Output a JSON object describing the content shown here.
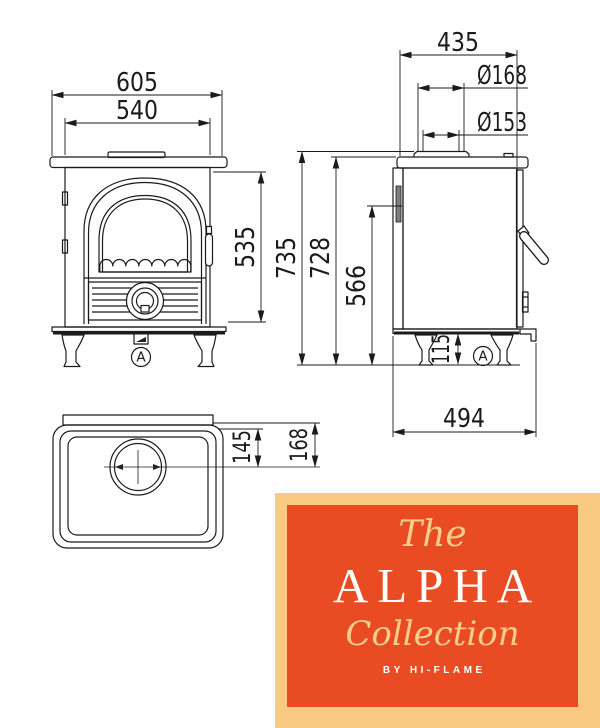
{
  "views": {
    "front": {
      "datum": "A"
    },
    "side": {
      "datum": "A"
    }
  },
  "dims": {
    "overall_width": "605",
    "body_width": "540",
    "body_height": "535",
    "top_depth": "435",
    "flue_collar_diameter": "Ø168",
    "flue_pipe_diameter": "Ø153",
    "overall_height": "735",
    "height_to_top_plate": "728",
    "rear_flue_centre_height": "566",
    "leg_height": "115",
    "base_depth": "494",
    "flue_centre_to_inner_edge": "145",
    "flue_centre_to_rear_edge": "168"
  },
  "logo": {
    "prefix": "The",
    "name": "ALPHA",
    "suffix": "Collection",
    "byline": "BY HI-FLAME"
  },
  "colors": {
    "logo-border": "#fbca82",
    "logo-red": "#e94b22",
    "logo-gold": "#f8ce8d",
    "line": "#1b1b1b"
  }
}
